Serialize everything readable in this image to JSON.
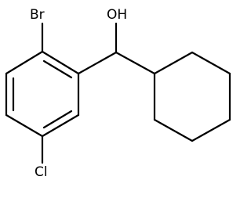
{
  "molecule": {
    "atoms": {
      "br": "Br",
      "oh": "OH",
      "cl": "Cl"
    },
    "colors": {
      "bond": "#000000",
      "background": "#ffffff"
    }
  }
}
